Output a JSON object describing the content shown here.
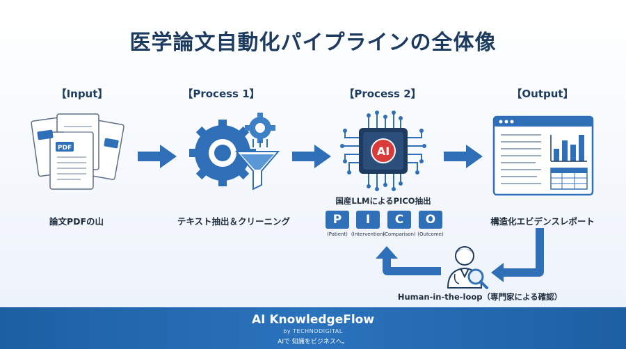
{
  "title": "医学論文自動化パイプラインの全体像",
  "stages": [
    {
      "label": "【Input】",
      "caption": "論文PDFの山"
    },
    {
      "label": "【Process 1】",
      "caption": "テキスト抽出＆クリーニング"
    },
    {
      "label": "【Process 2】",
      "caption": "国産LLMによるPICO抽出"
    },
    {
      "label": "【Output】",
      "caption": "構造化エビデンスレポート"
    }
  ],
  "pdf_badge": "PDF",
  "ai_badge": "AI",
  "pico": [
    {
      "letter": "P",
      "sub": "(Patient)"
    },
    {
      "letter": "I",
      "sub": "(Intervention)"
    },
    {
      "letter": "C",
      "sub": "(Comparison)"
    },
    {
      "letter": "O",
      "sub": "(Outcome)"
    }
  ],
  "human_loop": "Human-in-the-loop（専門家による確認）",
  "footer": {
    "brand": "AI KnowledgeFlow",
    "by": "by TECHNODIGITAL",
    "tagline": "AIで 知識をビジネスへ。"
  },
  "colors": {
    "primary": "#2f6fb7",
    "dark": "#1d3a5f",
    "accent": "#d93b3b",
    "footer": "#1e5fa3"
  }
}
